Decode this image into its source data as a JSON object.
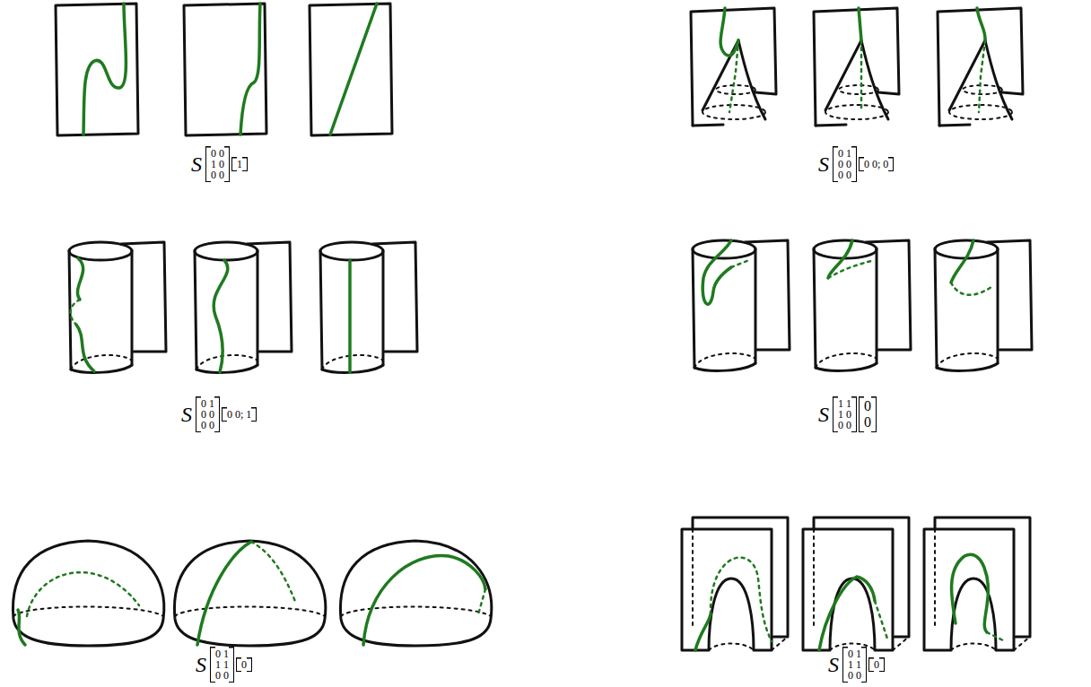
{
  "diagram": {
    "labels": [
      "S",
      "0 0",
      "1 0",
      "0 0",
      "1",
      "S",
      "0 1",
      "0 0",
      "0 0",
      "0 0; 0",
      "S",
      "0 1",
      "0 0",
      "0 0",
      "0 0; 1",
      "S",
      "1 1",
      "1 0",
      "0 0",
      "0",
      "0",
      "S",
      "0 1",
      "1 1",
      "0 0",
      "0",
      "S",
      "0 1",
      "1 1",
      "0 0",
      "0"
    ]
  }
}
